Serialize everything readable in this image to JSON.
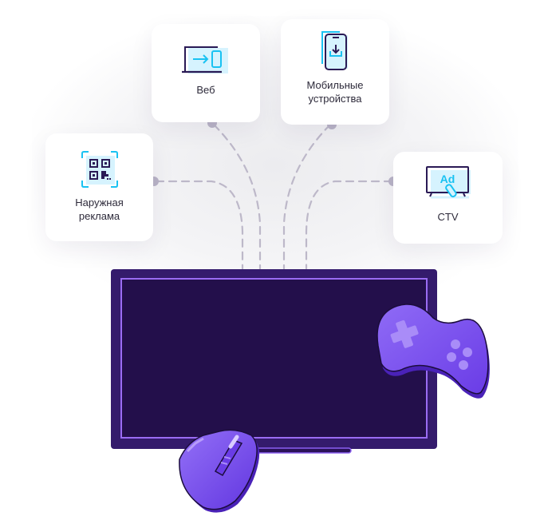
{
  "channels": [
    {
      "id": "web",
      "label": "Веб",
      "icon": "laptop-to-mobile-icon"
    },
    {
      "id": "mobile",
      "label": "Мобильные устройства",
      "icon": "smartphone-download-icon"
    },
    {
      "id": "ooh",
      "label": "Наружная реклама",
      "icon": "qr-code-icon"
    },
    {
      "id": "ctv",
      "label": "CTV",
      "icon": "tv-ad-icon",
      "icon_text": "Ad"
    }
  ],
  "colors": {
    "accent_cyan": "#19c2f2",
    "icon_fill": "#d6f3fe",
    "icon_stroke": "#2a1a55",
    "connector": "#bdb8c9",
    "screen_frame": "#331a6b",
    "screen_fill": "#230f4b",
    "screen_border": "#9a6cf3",
    "device_purple": "#7c4ff0"
  },
  "mobile_label_lines": [
    "Мобильные",
    "устройства"
  ],
  "ooh_label_lines": [
    "Наружная",
    "реклама"
  ]
}
